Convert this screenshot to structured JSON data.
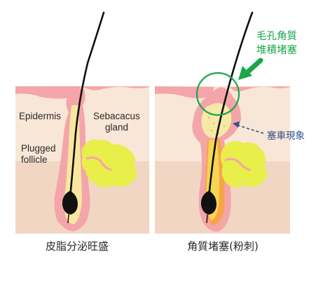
{
  "left_panel": {
    "labels": {
      "epidermis": "Epidermis",
      "sebaceous_line1": "Sebacacus",
      "sebaceous_line2": "gland",
      "plugged_line1": "Plugged",
      "plugged_line2": "follicle"
    },
    "caption": "皮脂分泌旺盛"
  },
  "right_panel": {
    "annotation_green_line1": "毛孔角質",
    "annotation_green_line2": "堆積堵塞",
    "annotation_blue": "塞車現象",
    "caption": "角質堵塞(粉刺)"
  },
  "colors": {
    "skin_upper": "#f8e6d6",
    "skin_lower": "#f1d6c4",
    "pink": "#f4a5a9",
    "gland_yellow": "#e8ee4a",
    "follicle_cream": "#f8e7a0",
    "hair": "#111111",
    "green": "#1aa64a",
    "blue": "#34508c"
  }
}
